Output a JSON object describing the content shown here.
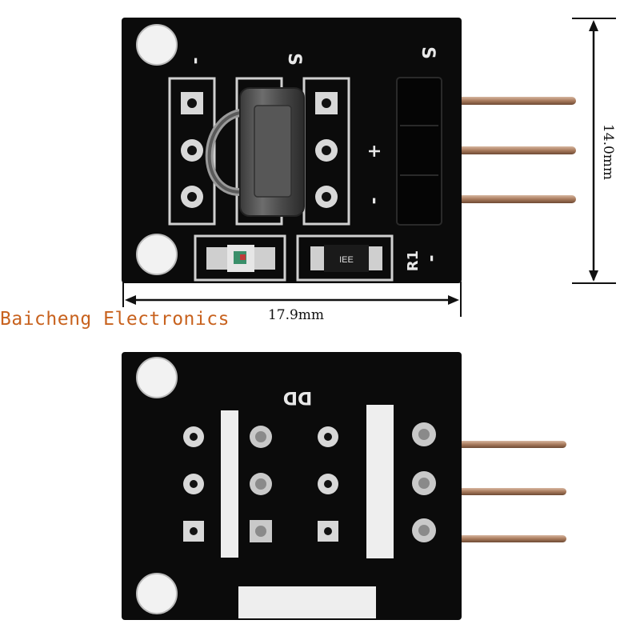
{
  "watermark": "Baicheng Electronics",
  "dimensions": {
    "width": "17.9mm",
    "height": "14.0mm"
  },
  "front_silkscreen": {
    "minus_top": "-",
    "s_mid": "S",
    "s_right": "S",
    "plus": "+",
    "minus_mid": "-",
    "minus_right": "-",
    "r1": "R1",
    "resistor_code": "IEE"
  },
  "back_silkscreen": {
    "label": "DD"
  },
  "colors": {
    "pcb": "#0b0b0b",
    "pad": "#d8d8d8",
    "pin": "#a87a5c",
    "watermark": "#c8621e"
  }
}
